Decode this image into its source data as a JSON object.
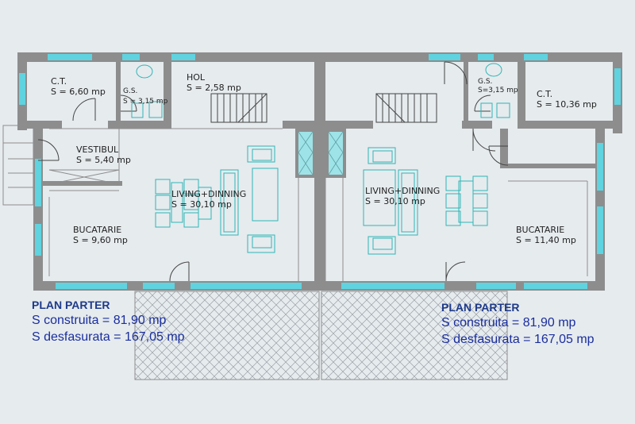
{
  "rooms_left": {
    "ct": {
      "name": "C.T.",
      "area": "S = 6,60 mp"
    },
    "gs": {
      "name": "G.S.",
      "area": "S = 3,15 mp"
    },
    "hol": {
      "name": "HOL",
      "area": "S = 2,58 mp"
    },
    "vestibul": {
      "name": "VESTIBUL",
      "area": "S = 5,40 mp"
    },
    "living": {
      "name": "LIVING+DINNING",
      "area": "S = 30,10 mp"
    },
    "bucatarie": {
      "name": "BUCATARIE",
      "area": "S = 9,60 mp"
    }
  },
  "rooms_right": {
    "gs": {
      "name": "G.S.",
      "area": "S=3,15 mp"
    },
    "ct": {
      "name": "C.T.",
      "area": "S = 10,36 mp"
    },
    "living": {
      "name": "LIVING+DINNING",
      "area": "S = 30,10 mp"
    },
    "bucatarie": {
      "name": "BUCATARIE",
      "area": "S = 11,40 mp"
    }
  },
  "summary_left": {
    "title": "PLAN PARTER",
    "built": "S construita = 81,90 mp",
    "developed": "S desfasurata = 167,05 mp"
  },
  "summary_right": {
    "title": "PLAN PARTER",
    "built": "S construita = 81,90 mp",
    "developed": "S desfasurata = 167,05 mp"
  },
  "colors": {
    "background": "#e6ebee",
    "wall": "#8d8d8d",
    "glass": "#5fd3df",
    "furniture": "#2fb6b6",
    "text": "#222222",
    "summary": "#1a2e9e"
  }
}
